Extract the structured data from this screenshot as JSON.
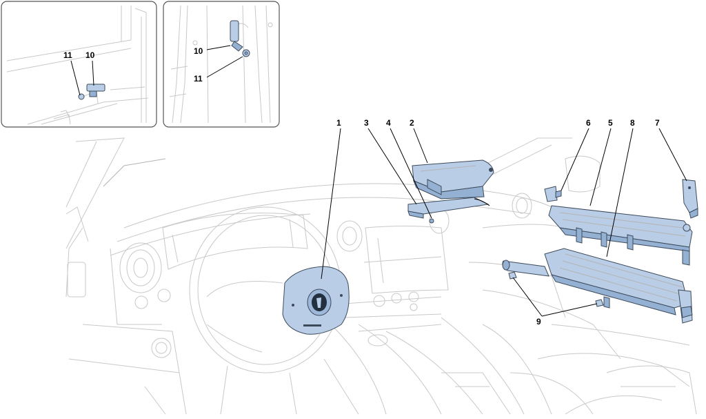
{
  "callouts": {
    "c1": "1",
    "c2": "2",
    "c3": "3",
    "c4": "4",
    "c5": "5",
    "c6": "6",
    "c7": "7",
    "c8": "8",
    "c9": "9",
    "inset1_10": "10",
    "inset1_11": "11",
    "inset2_10": "10",
    "inset2_11": "11"
  },
  "colors": {
    "part_fill": "#b9cde6",
    "part_shadow": "#94b0d3",
    "outline": "#3c4a5a",
    "background_lines": "#c8c8c8",
    "leader": "#000000"
  }
}
